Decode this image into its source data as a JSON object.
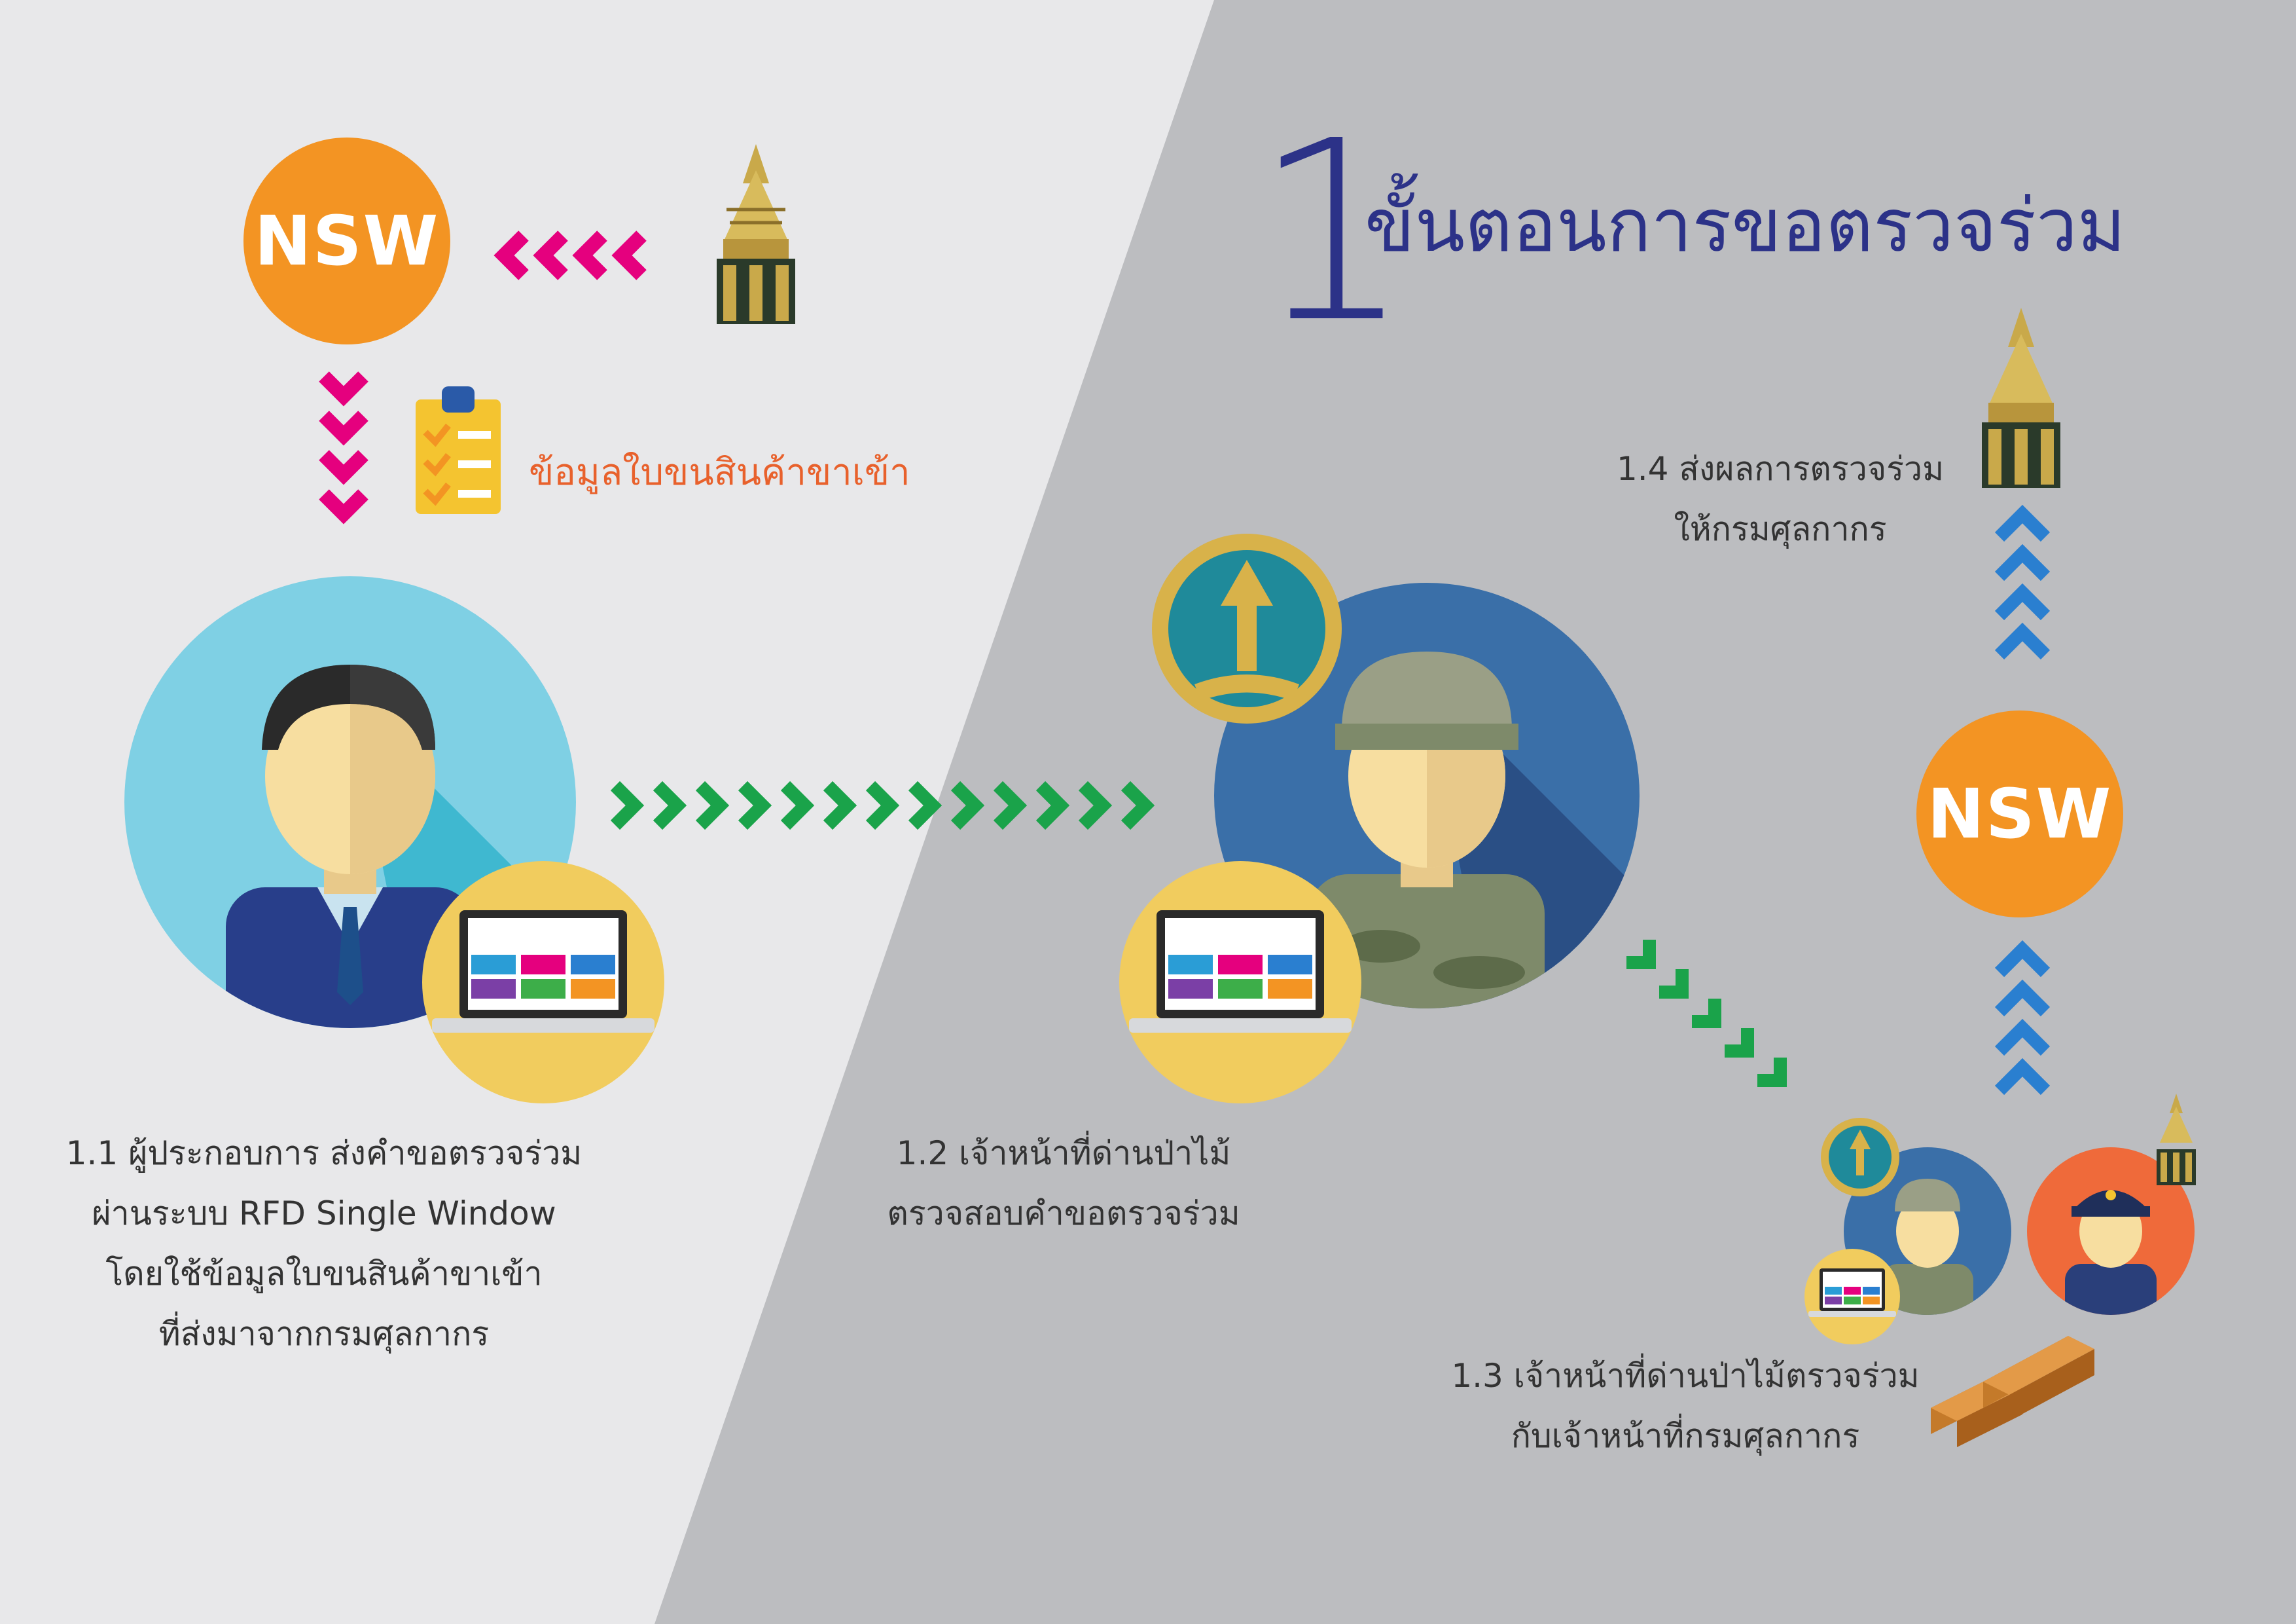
{
  "title": {
    "number": "1",
    "text": "ขั้นตอนการขอตรวจร่วม"
  },
  "nsw_label": "NSW",
  "document_label": "ข้อมูลใบขนสินค้าขาเข้า",
  "step_1_1": {
    "line1": "1.1 ผู้ประกอบการ ส่งคำขอตรวจร่วม",
    "line2": "ผ่านระบบ RFD Single Window",
    "line3": "โดยใช้ข้อมูลใบขนสินค้าขาเข้า",
    "line4": "ที่ส่งมาจากกรมศุลกากร"
  },
  "step_1_2": {
    "line1": "1.2 เจ้าหน้าที่ด่านป่าไม้",
    "line2": "ตรวจสอบคำขอตรวจร่วม"
  },
  "step_1_3": {
    "line1": "1.3 เจ้าหน้าที่ด่านป่าไม้ตรวจร่วม",
    "line2": "กับเจ้าหน้าที่กรมศุลกากร"
  },
  "step_1_4": {
    "line1": "1.4 ส่งผลการตรวจร่วม",
    "line2": "ให้กรมศุลกากร"
  },
  "colors": {
    "title": "#2c3288",
    "nsw": "#f39423",
    "arrow_pink": "#e5007e",
    "arrow_green": "#1aa34a",
    "arrow_blue": "#2a7fd0",
    "bg_left": "#e8e8ea",
    "bg_right": "#bcbdc0"
  },
  "icons": [
    "customs-emblem-icon",
    "forest-emblem-icon",
    "clipboard-icon",
    "laptop-icon",
    "businessman-icon",
    "soldier-icon",
    "police-icon",
    "timber-icon"
  ]
}
